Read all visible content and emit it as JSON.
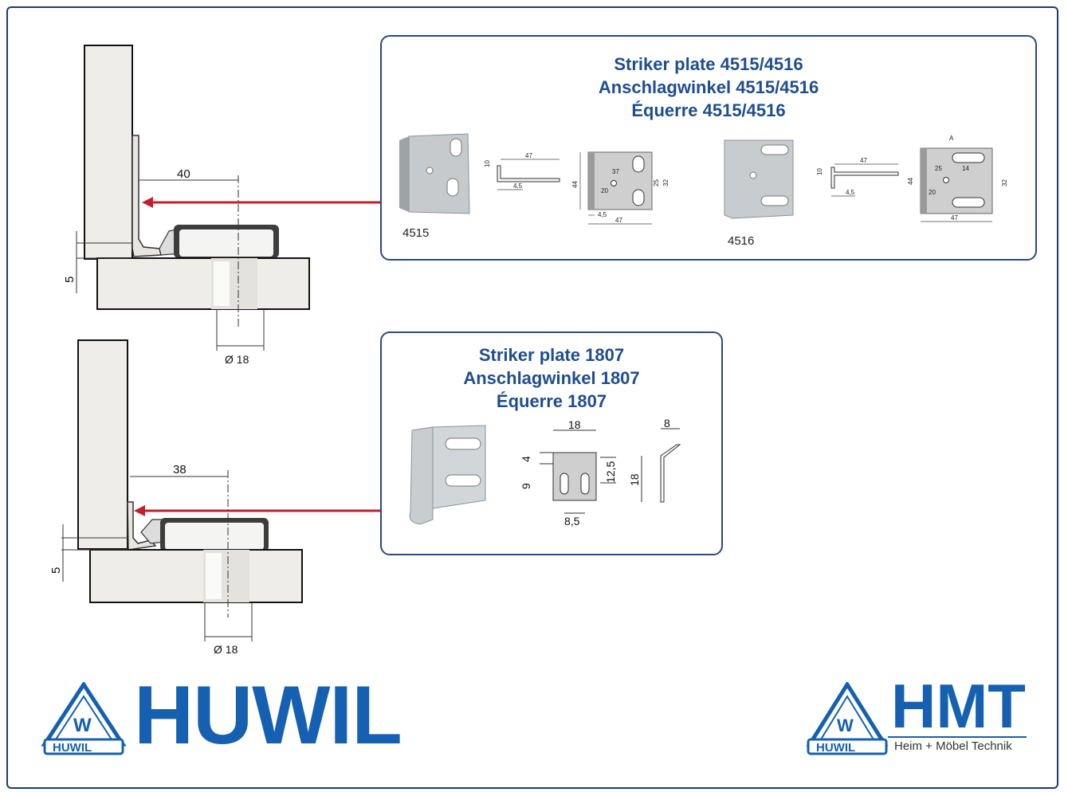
{
  "diagram_top": {
    "dim_overlay": "40",
    "dim_gap": "5",
    "dim_bore": "Ø 18"
  },
  "diagram_bottom": {
    "dim_overlay": "38",
    "dim_gap": "5",
    "dim_bore": "Ø 18"
  },
  "panel_4515": {
    "title_en": "Striker plate 4515/4516",
    "title_de": "Anschlagwinkel 4515/4516",
    "title_fr": "Équerre 4515/4516",
    "label_4515": "4515",
    "label_4516": "4516",
    "dims_4515_side": [
      "47",
      "10",
      "4,5"
    ],
    "dims_4515_front": [
      "37",
      "20",
      "25",
      "32",
      "44",
      "4,5",
      "47"
    ],
    "dims_4516_side": [
      "47",
      "10",
      "4,5"
    ],
    "dims_4516_front": [
      "A",
      "25",
      "14",
      "20",
      "32",
      "44",
      "47"
    ]
  },
  "panel_1807": {
    "title_en": "Striker plate 1807",
    "title_de": "Anschlagwinkel 1807",
    "title_fr": "Équerre 1807",
    "dims_front": [
      "18",
      "4",
      "9",
      "12,5",
      "8,5"
    ],
    "dims_side": [
      "8",
      "18"
    ]
  },
  "logos": {
    "huwil_wordmark": "HUWIL",
    "huwil_badge_letter": "W",
    "huwil_badge_text": "HUWIL",
    "hmt_wordmark": "HMT",
    "hmt_tagline": "Heim + Möbel Technik"
  },
  "colors": {
    "accent_blue": "#1f4d8f",
    "logo_blue": "#1560b0",
    "arrow_red": "#c0202a"
  }
}
